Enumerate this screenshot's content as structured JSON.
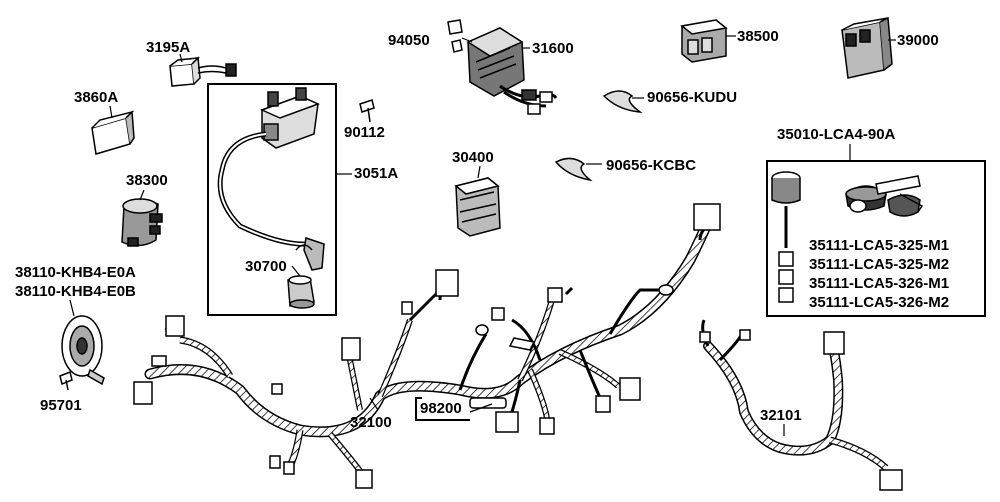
{
  "labels": {
    "p94050": "94050",
    "p31600": "31600",
    "p38500": "38500",
    "p39000": "39000",
    "p3195A": "3195A",
    "p3860A": "3860A",
    "p90112": "90112",
    "p3051A": "3051A",
    "p90656_kudu": "90656-KUDU",
    "p35010": "35010-LCA4-90A",
    "p30400": "30400",
    "p90656_kcbc": "90656-KCBC",
    "p38300": "38300",
    "p30700": "30700",
    "p38110_a": "38110-KHB4-E0A",
    "p38110_b": "38110-KHB4-E0B",
    "p35111_325m1": "35111-LCA5-325-M1",
    "p35111_325m2": "35111-LCA5-325-M2",
    "p35111_326m1": "35111-LCA5-326-M1",
    "p35111_326m2": "35111-LCA5-326-M2",
    "p95701": "95701",
    "p98200": "98200",
    "p32100": "32100",
    "p32101": "32101"
  }
}
